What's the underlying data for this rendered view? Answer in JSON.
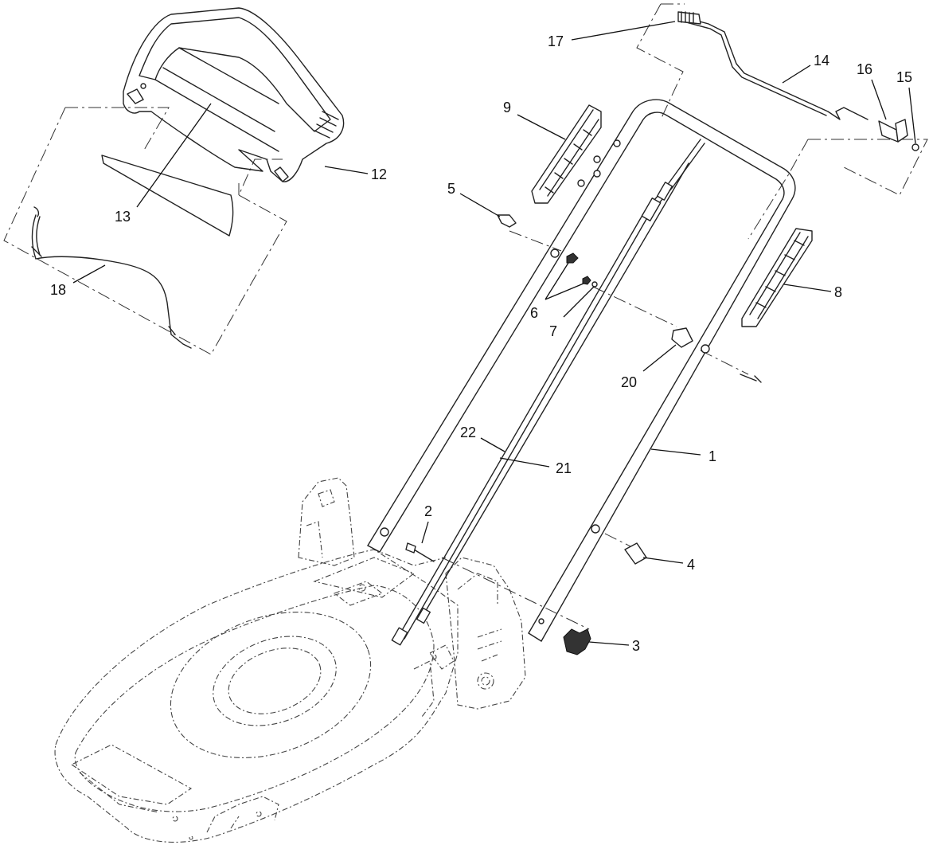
{
  "diagram": {
    "callouts": [
      {
        "id": "1",
        "label": "1"
      },
      {
        "id": "2",
        "label": "2"
      },
      {
        "id": "3",
        "label": "3"
      },
      {
        "id": "4",
        "label": "4"
      },
      {
        "id": "5",
        "label": "5"
      },
      {
        "id": "6",
        "label": "6"
      },
      {
        "id": "7",
        "label": "7"
      },
      {
        "id": "8",
        "label": "8"
      },
      {
        "id": "9",
        "label": "9"
      },
      {
        "id": "12",
        "label": "12"
      },
      {
        "id": "13",
        "label": "13"
      },
      {
        "id": "14",
        "label": "14"
      },
      {
        "id": "15",
        "label": "15"
      },
      {
        "id": "16",
        "label": "16"
      },
      {
        "id": "17",
        "label": "17"
      },
      {
        "id": "18",
        "label": "18"
      },
      {
        "id": "20",
        "label": "20"
      },
      {
        "id": "21",
        "label": "21"
      },
      {
        "id": "22",
        "label": "22"
      }
    ]
  }
}
